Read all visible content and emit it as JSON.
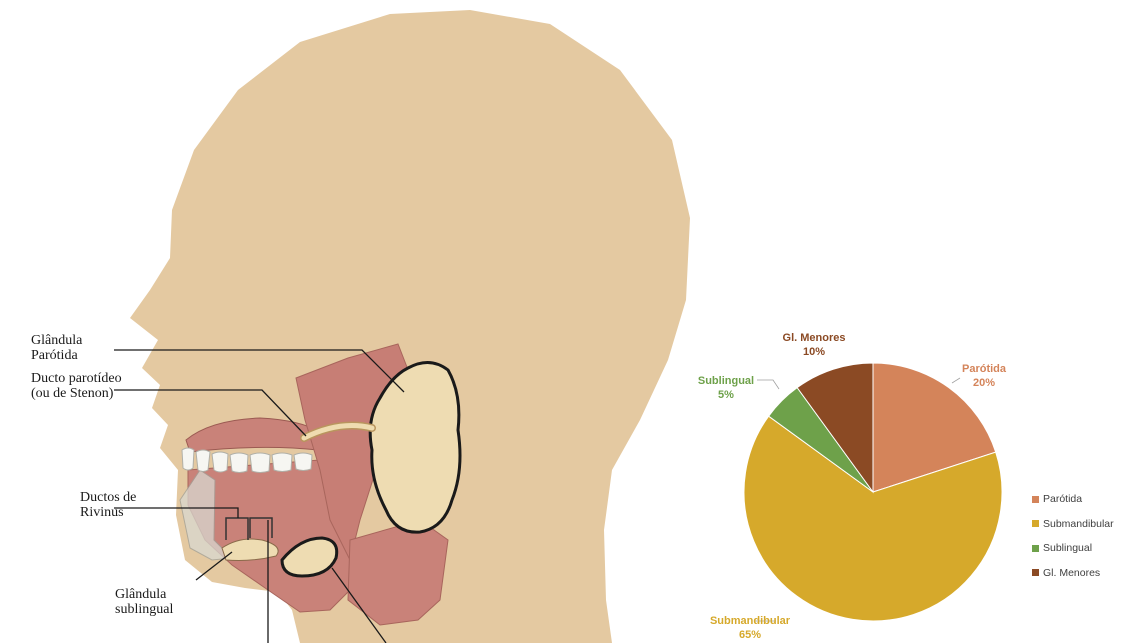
{
  "labels": {
    "parotid_line1": "Glândula",
    "parotid_line2": "Parótida",
    "duct_line1": "Ducto parotídeo",
    "duct_line2": "(ou de Stenon)",
    "rivinus_line1": "Ductos de",
    "rivinus_line2": "Rivinus",
    "sublingual_line1": "Glândula",
    "sublingual_line2": "sublingual"
  },
  "colors": {
    "skin": "#e4c9a1",
    "muscle": "#c98279",
    "gland": "#eedcb2",
    "parotid": "#d4845a",
    "submandibular": "#d6a92b",
    "sublingual": "#6ea14a",
    "menores": "#8b4a24"
  },
  "chart_data": {
    "type": "pie",
    "categories": [
      "Parótida",
      "Submandibular",
      "Sublingual",
      "Gl. Menores"
    ],
    "values": [
      20,
      65,
      5,
      10
    ],
    "colors": [
      "#d4845a",
      "#d6a92b",
      "#6ea14a",
      "#8b4a24"
    ],
    "data_labels": [
      {
        "name": "Parótida",
        "value": "20%"
      },
      {
        "name": "Submandibular",
        "value": "65%"
      },
      {
        "name": "Sublingual",
        "value": "5%"
      },
      {
        "name": "Gl. Menores",
        "value": "10%"
      }
    ],
    "legend": [
      "Parótida",
      "Submandibular",
      "Sublingual",
      "Gl. Menores"
    ],
    "legend_position": "right"
  }
}
